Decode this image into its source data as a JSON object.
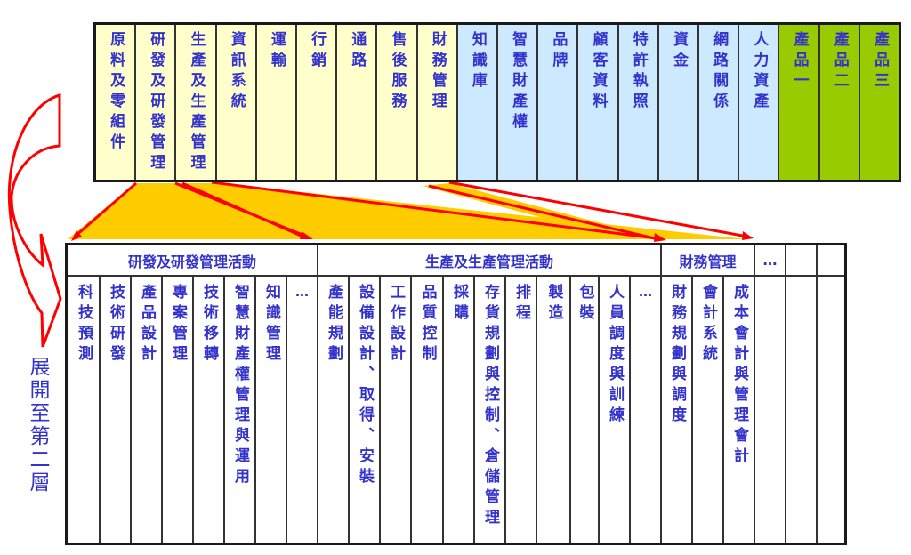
{
  "top_table": {
    "columns": [
      {
        "label": "原料及零組件",
        "group": "value-chain"
      },
      {
        "label": "研發及研發管理",
        "group": "value-chain"
      },
      {
        "label": "生產及生產管理",
        "group": "value-chain"
      },
      {
        "label": "資訊系統",
        "group": "value-chain"
      },
      {
        "label": "運輸",
        "group": "value-chain"
      },
      {
        "label": "行銷",
        "group": "value-chain"
      },
      {
        "label": "通路",
        "group": "value-chain"
      },
      {
        "label": "售後服務",
        "group": "value-chain"
      },
      {
        "label": "財務管理",
        "group": "value-chain"
      },
      {
        "label": "知識庫",
        "group": "assets"
      },
      {
        "label": "智慧財產權",
        "group": "assets"
      },
      {
        "label": "品牌",
        "group": "assets"
      },
      {
        "label": "顧客資料",
        "group": "assets"
      },
      {
        "label": "特許執照",
        "group": "assets"
      },
      {
        "label": "資金",
        "group": "assets"
      },
      {
        "label": "網路關係",
        "group": "assets"
      },
      {
        "label": "人力資產",
        "group": "assets"
      },
      {
        "label": "產品一",
        "group": "products"
      },
      {
        "label": "產品二",
        "group": "products"
      },
      {
        "label": "產品三",
        "group": "products"
      }
    ]
  },
  "colors": {
    "value-chain": "#ffffcc",
    "assets": "#cce9ff",
    "products": "#99cc00",
    "text": "#3333cc",
    "arrow": "#ff0000",
    "fan": "#ffcc00"
  },
  "side_label": "展開至第二層",
  "bottom_table": {
    "groups": [
      {
        "label": "研發及研發管理活動",
        "span": 8
      },
      {
        "label": "生產及生產管理活動",
        "span": 11
      },
      {
        "label": "財務管理",
        "span": 3
      },
      {
        "label": "…",
        "span": 1
      },
      {
        "label": "",
        "span": 1
      },
      {
        "label": "",
        "span": 1
      }
    ],
    "columns": [
      "科技預測",
      "技術研發",
      "產品設計",
      "專案管理",
      "技術移轉",
      "智慧財產權管理與運用",
      "知識管理",
      "…",
      "產能規劃",
      "設備設計、取得、安裝",
      "工作設計",
      "品質控制",
      "採購",
      "存貨規劃與控制、倉儲管理",
      "排程",
      "製造",
      "包裝",
      "人員調度與訓練",
      "…",
      "財務規劃與調度",
      "會計系統",
      "成本會計與管理會計",
      "",
      "",
      ""
    ]
  }
}
